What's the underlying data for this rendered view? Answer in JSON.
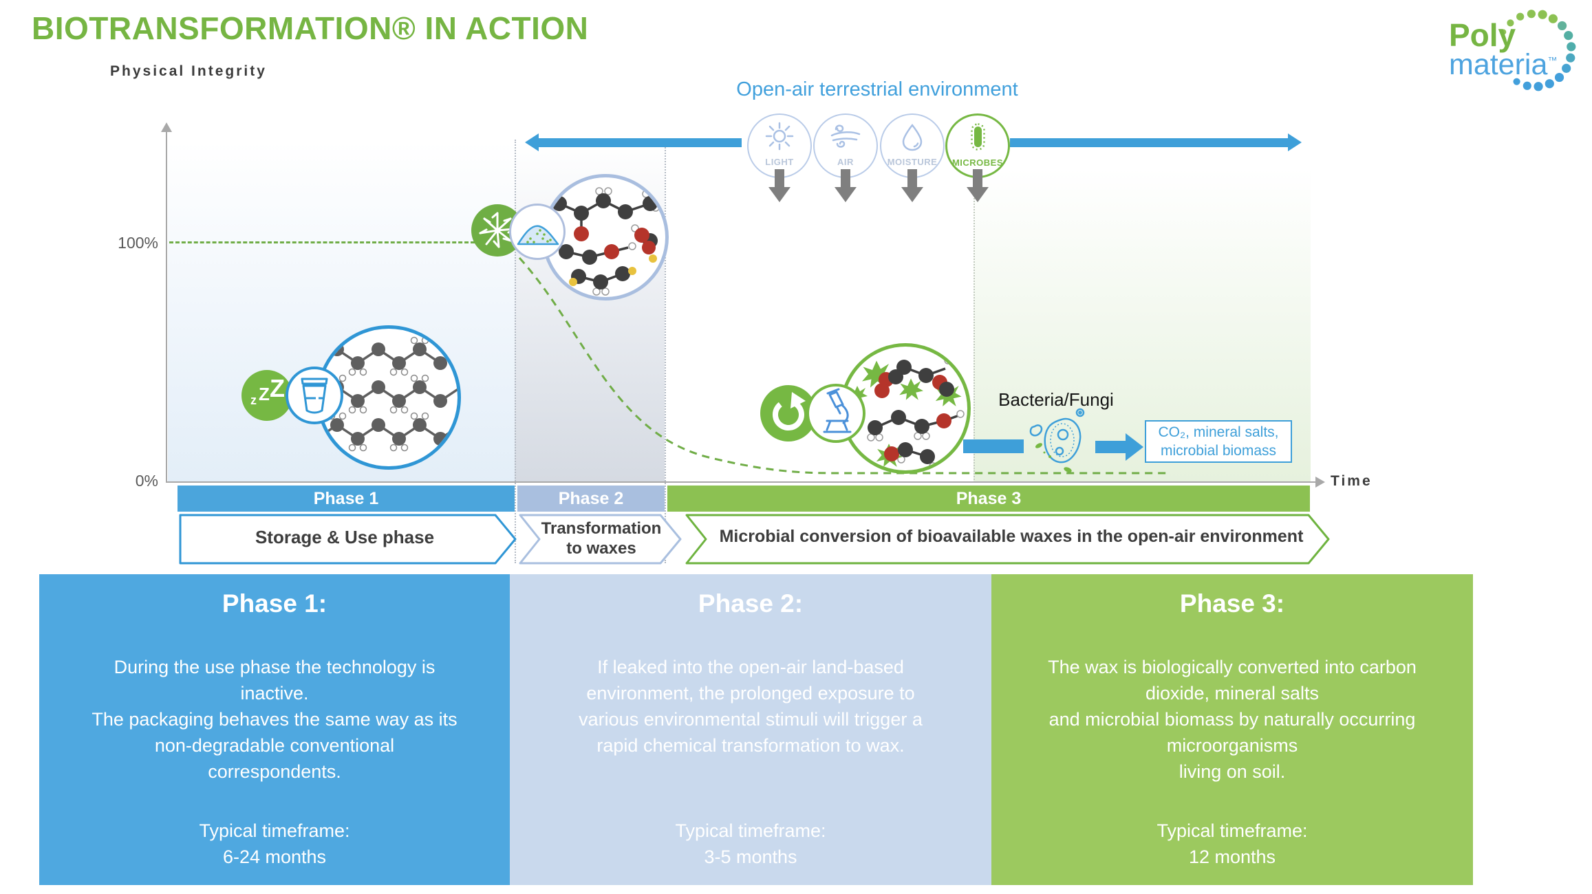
{
  "title": "BIOTRANSFORMATION® IN ACTION",
  "logo": {
    "poly": "Poly",
    "materia": "materia",
    "tm": "™"
  },
  "colors": {
    "brand_green": "#76B843",
    "brand_blue": "#3E9FD9",
    "phase1_bar": "#4BA5DC",
    "phase2_bar": "#A9BFDF",
    "phase3_bar": "#8CC152",
    "panel1_bg": "#4FA8E0",
    "panel2_bg": "#C9D9ED",
    "panel3_bg": "#9CC95F",
    "dashed_line": "#70AD47"
  },
  "chart": {
    "y_axis_label": "Physical Integrity",
    "x_axis_label": "Time",
    "tick_top": "100%",
    "tick_bottom": "0%",
    "environment_label": "Open-air terrestrial environment",
    "stimuli": [
      {
        "label": "LIGHT",
        "icon": "sun-icon"
      },
      {
        "label": "AIR",
        "icon": "wind-icon"
      },
      {
        "label": "MOISTURE",
        "icon": "droplet-icon"
      },
      {
        "label": "MICROBES",
        "icon": "microbe-icon"
      }
    ],
    "bacteria_label": "Bacteria/Fungi",
    "output_box": "CO₂, mineral salts,\nmicrobial biomass",
    "phase_bars": [
      {
        "label": "Phase 1"
      },
      {
        "label": "Phase 2"
      },
      {
        "label": "Phase 3"
      }
    ],
    "phase_arrows": [
      {
        "label": "Storage & Use phase"
      },
      {
        "label": "Transformation\nto waxes"
      },
      {
        "label": "Microbial conversion of bioavailable waxes in the open-air environment"
      }
    ]
  },
  "panels": [
    {
      "title": "Phase 1:",
      "body": "During the use phase the technology is\ninactive.\nThe packaging behaves the same way as its\nnon-degradable conventional\ncorrespondents.",
      "timeframe_label": "Typical timeframe:",
      "timeframe_value": "6-24 months"
    },
    {
      "title": "Phase 2:",
      "body": "If leaked into the open-air land-based\nenvironment, the prolonged exposure to\nvarious environmental stimuli will trigger a\nrapid chemical transformation to wax.",
      "timeframe_label": "Typical timeframe:",
      "timeframe_value": "3-5 months"
    },
    {
      "title": "Phase 3:",
      "body": "The wax is biologically converted into carbon\ndioxide, mineral salts\nand microbial biomass by naturally occurring\nmicroorganisms\nliving on soil.",
      "timeframe_label": "Typical timeframe:",
      "timeframe_value": "12 months"
    }
  ]
}
